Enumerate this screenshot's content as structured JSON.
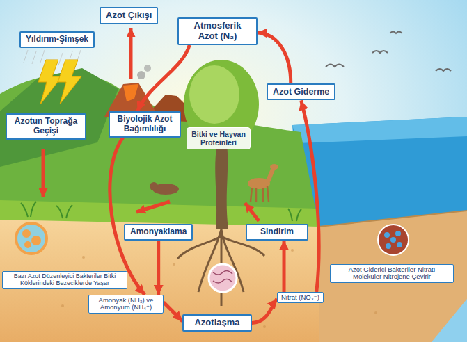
{
  "diagram": {
    "nodes": [
      {
        "text": [
          "Azot Çıkışı"
        ]
      },
      {
        "text": [
          "Atmosferik Azot (N₂)"
        ]
      },
      {
        "text": [
          "Yıldırım-Şimşek"
        ]
      },
      {
        "text": [
          "Azot Giderme"
        ]
      },
      {
        "text": [
          "Azotun Toprağa Geçişi"
        ]
      },
      {
        "text": [
          "Biyolojik Azot Bağımlılığı"
        ]
      },
      {
        "text": [
          "Bitki ve Hayvan Proteinleri"
        ]
      },
      {
        "text": [
          "Amonyaklama"
        ]
      },
      {
        "text": [
          "Sindirim"
        ]
      },
      {
        "text": [
          "Bazı Azot Düzenleyici Bakteriler Bitki Köklerindeki Bezeciklerde Yaşar"
        ]
      },
      {
        "text": [
          "Azot Giderici Bakteriler Nitratı Moleküler Nitrojene Çevirir"
        ]
      },
      {
        "text": [
          "Amonyak (NH₃) ve Amonyum (NH₄⁺)"
        ]
      },
      {
        "text": [
          "Azotlaşma"
        ]
      },
      {
        "text": [
          "Nitrat (NO₃⁻)"
        ]
      }
    ],
    "edges": [
      {
        "from": 1,
        "to": 5,
        "arrow": "to"
      },
      {
        "from": 5,
        "to": 11,
        "arrow": "to"
      },
      {
        "from": 7,
        "to": 11,
        "arrow": "to"
      },
      {
        "from": 11,
        "to": 12,
        "arrow": "to"
      },
      {
        "from": 12,
        "to": 13,
        "arrow": "to"
      },
      {
        "from": 13,
        "to": 8,
        "arrow": "to"
      },
      {
        "from": 13,
        "to": 3,
        "arrow": "to"
      },
      {
        "from": 3,
        "to": 1,
        "arrow": "to"
      }
    ]
  }
}
